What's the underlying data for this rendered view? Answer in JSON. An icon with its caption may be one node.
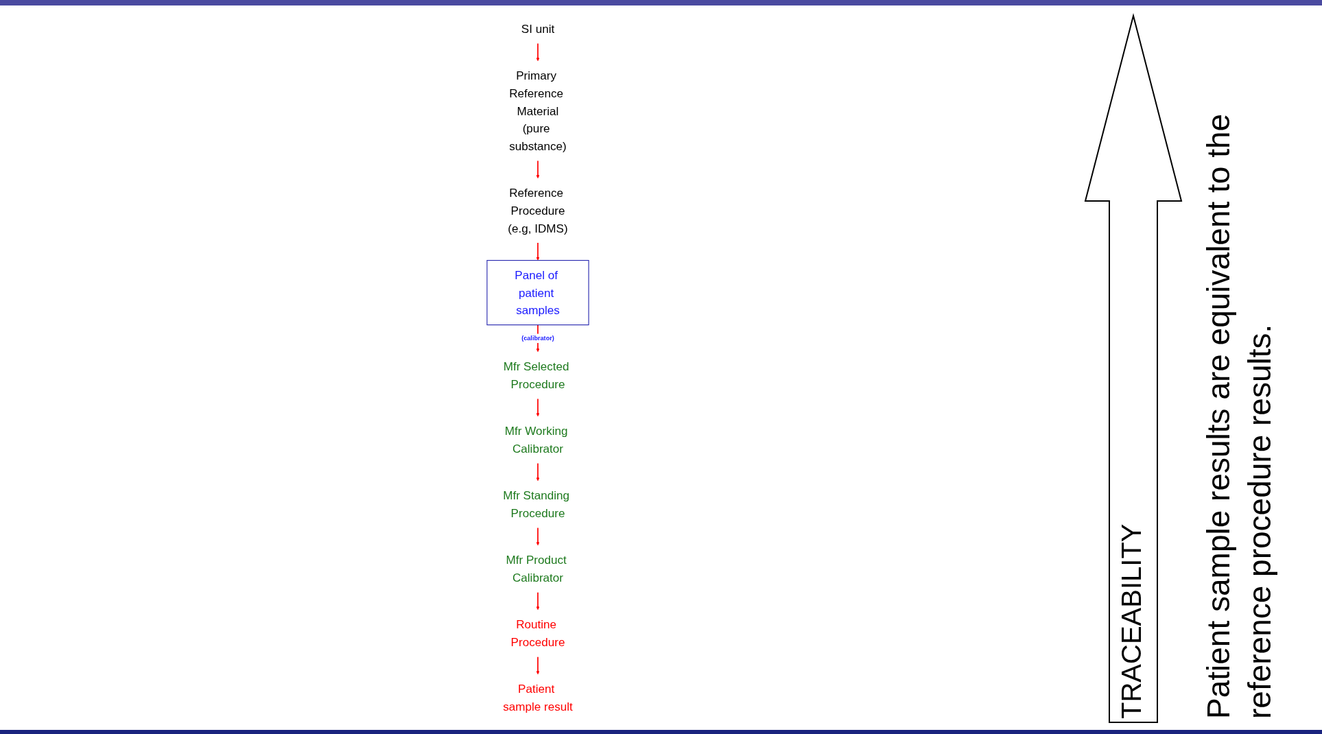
{
  "diagram": {
    "nodes": [
      {
        "text": [
          "SI unit"
        ]
      },
      {
        "text": [
          "Primary Reference Material",
          "(pure substance)"
        ]
      },
      {
        "text": [
          "Reference Procedure",
          "(e.g, IDMS)"
        ]
      },
      {
        "text": [
          "Panel of patient samples"
        ]
      },
      {
        "text": [
          "Mfr Selected Procedure"
        ]
      },
      {
        "text": [
          "Mfr Working Calibrator"
        ]
      },
      {
        "text": [
          "Mfr Standing Procedure"
        ]
      },
      {
        "text": [
          "Mfr Product Calibrator"
        ]
      },
      {
        "text": [
          "Routine Procedure"
        ]
      },
      {
        "text": [
          "Patient sample result"
        ]
      }
    ],
    "edges": [
      {
        "from": 0,
        "to": 1,
        "arrow": "to"
      },
      {
        "from": 1,
        "to": 2,
        "arrow": "to"
      },
      {
        "from": 2,
        "to": 3,
        "arrow": "to"
      },
      {
        "from": 3,
        "to": 4,
        "arrow": "to",
        "label": "(calibrator)"
      },
      {
        "from": 4,
        "to": 5,
        "arrow": "to"
      },
      {
        "from": 5,
        "to": 6,
        "arrow": "to"
      },
      {
        "from": 6,
        "to": 7,
        "arrow": "to"
      },
      {
        "from": 7,
        "to": 8,
        "arrow": "to"
      },
      {
        "from": 8,
        "to": 9,
        "arrow": "to"
      }
    ],
    "labels": [
      "TRACEABILITY",
      "Patient sample results are equivalent to the reference procedure results."
    ]
  }
}
